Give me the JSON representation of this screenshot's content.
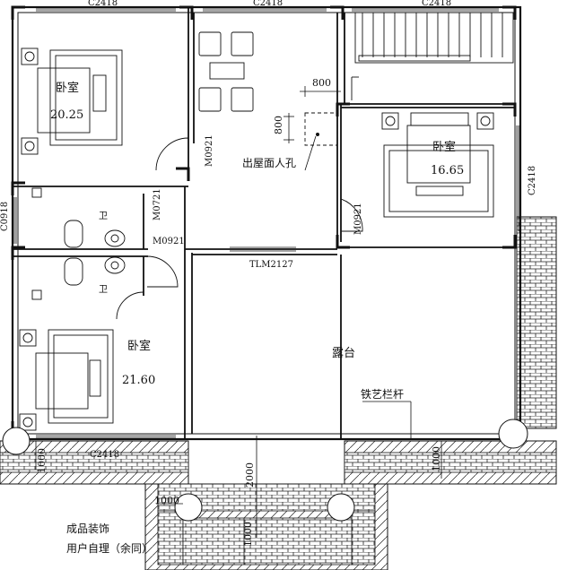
{
  "rooms": {
    "bedroom_nw": {
      "name": "卧室",
      "area": "20.25"
    },
    "bedroom_ne": {
      "name": "卧室",
      "area": "16.65"
    },
    "bedroom_sw": {
      "name": "卧室",
      "area": "21.60"
    },
    "terrace": {
      "name": "露台"
    },
    "bath_upper": {
      "name": "卫"
    },
    "bath_lower": {
      "name": "卫"
    }
  },
  "windows": {
    "top_left": "C2418",
    "top_mid": "C2418",
    "top_right": "C2418",
    "left_upper": "C0918",
    "right_ne": "C2418",
    "bottom_sw": "C2418"
  },
  "doors": {
    "d1": "M0921",
    "d2": "M0721",
    "d3": "M0921",
    "d4": "M0921",
    "slide": "TLM2127"
  },
  "dimensions": {
    "d800_h": "800",
    "d800_v": "800",
    "d2000": "2000",
    "d1000_left": "1000",
    "d1000_right": "1000",
    "d1000_bottom": "1000"
  },
  "notes": {
    "roof_hatch": "出屋面人孔",
    "railing": "铁艺栏杆",
    "decor_line1": "成品装饰",
    "decor_line2": "用户自理（余同）"
  }
}
